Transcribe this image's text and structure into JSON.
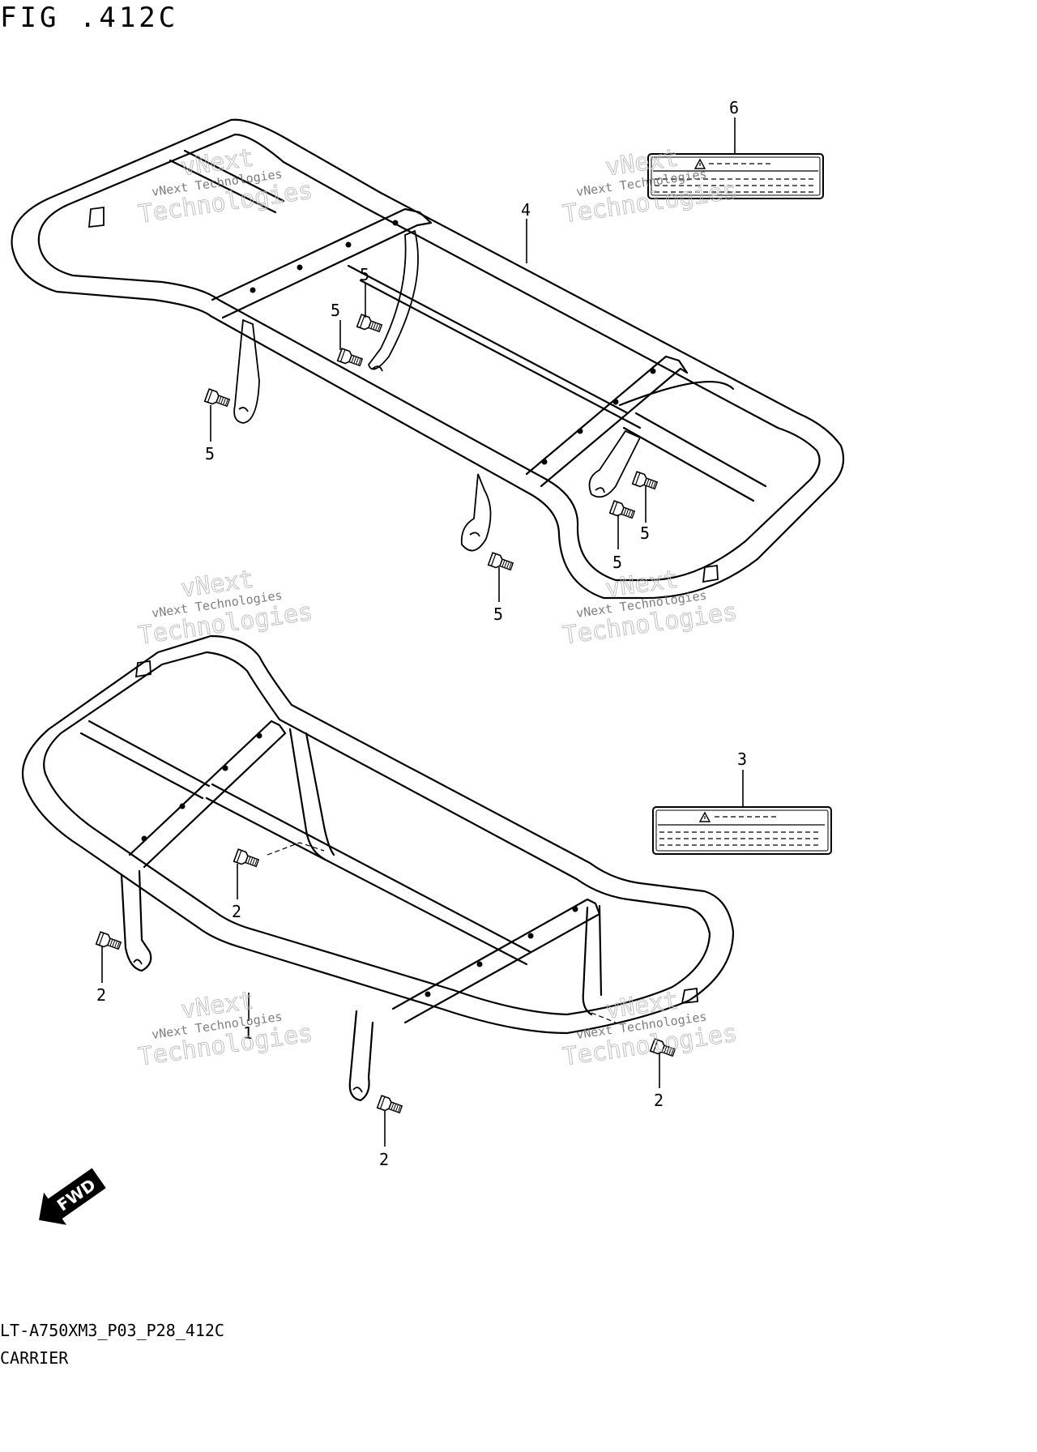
{
  "figure": {
    "title": "FIG .412C",
    "code": "LT-A750XM3_P03_P28_412C",
    "name": "CARRIER"
  },
  "callouts": [
    {
      "id": "c6",
      "label": "6"
    },
    {
      "id": "c4",
      "label": "4"
    },
    {
      "id": "c5a",
      "label": "5"
    },
    {
      "id": "c5b",
      "label": "5"
    },
    {
      "id": "c5c",
      "label": "5"
    },
    {
      "id": "c5d",
      "label": "5"
    },
    {
      "id": "c5e",
      "label": "5"
    },
    {
      "id": "c5f",
      "label": "5"
    },
    {
      "id": "c3",
      "label": "3"
    },
    {
      "id": "c2a",
      "label": "2"
    },
    {
      "id": "c2b",
      "label": "2"
    },
    {
      "id": "c1",
      "label": "1"
    },
    {
      "id": "c2c",
      "label": "2"
    },
    {
      "id": "c2d",
      "label": "2"
    }
  ],
  "watermark": {
    "line1": "vNext Technologies",
    "line2": "vNext",
    "line3": "Technologies"
  },
  "fwd_label": "FWD",
  "icons": [
    "warning-label-icon",
    "fwd-arrow-icon",
    "bolt-icon"
  ],
  "colors": {
    "line": "#000000",
    "watermark": "#b9b9b9",
    "background": "#ffffff"
  }
}
